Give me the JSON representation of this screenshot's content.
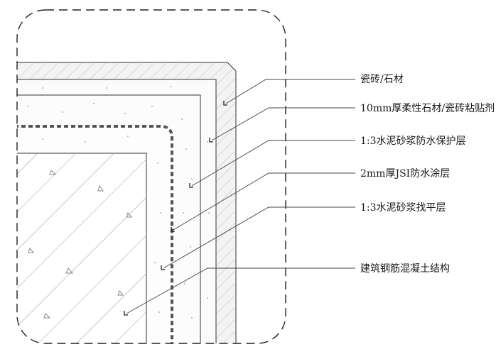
{
  "labels": [
    {
      "text": "瓷砖/石材"
    },
    {
      "text": "10mm厚柔性石材/瓷砖粘贴剂"
    },
    {
      "text": "1:3水泥砂浆防水保护层"
    },
    {
      "text": "2mm厚JSI防水涂层"
    },
    {
      "text": "1:3水泥砂浆找平层"
    },
    {
      "text": "建筑钢筋混凝土结构"
    }
  ],
  "colors": {
    "line": "#333333",
    "hatch": "#9a9a9a",
    "tile_fill": "#f7f7f7",
    "mortar_fill": "#fbfbfb",
    "membrane": "#555555"
  }
}
